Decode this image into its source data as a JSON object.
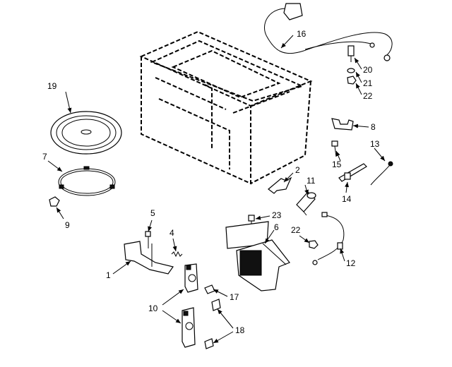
{
  "callouts": {
    "c1": "1",
    "c2": "2",
    "c4": "4",
    "c5": "5",
    "c6": "6",
    "c7": "7",
    "c8": "8",
    "c9": "9",
    "c10": "10",
    "c11": "11",
    "c12": "12",
    "c13": "13",
    "c14": "14",
    "c15": "15",
    "c16": "16",
    "c17": "17",
    "c18": "18",
    "c19": "19",
    "c20": "20",
    "c21": "21",
    "c22a": "22",
    "c22b": "22",
    "c23": "23"
  }
}
